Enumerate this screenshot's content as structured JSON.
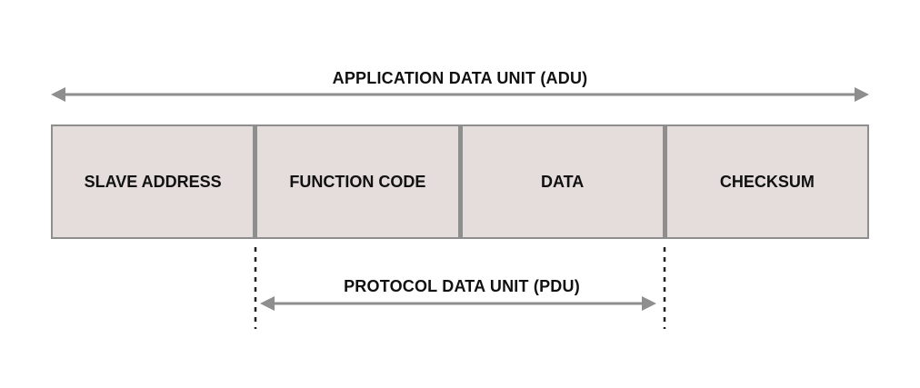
{
  "diagram": {
    "adu_label": "APPLICATION DATA UNIT (ADU)",
    "pdu_label": "PROTOCOL DATA UNIT (PDU)",
    "fields": [
      {
        "label": "SLAVE ADDRESS"
      },
      {
        "label": "FUNCTION CODE"
      },
      {
        "label": "DATA"
      },
      {
        "label": "CHECKSUM"
      }
    ],
    "colors": {
      "cell_fill": "#e5dcdc",
      "cell_border": "#8e8e8e",
      "arrow": "#8e8e8e",
      "dashed_line": "#222222",
      "text": "#111111"
    }
  }
}
